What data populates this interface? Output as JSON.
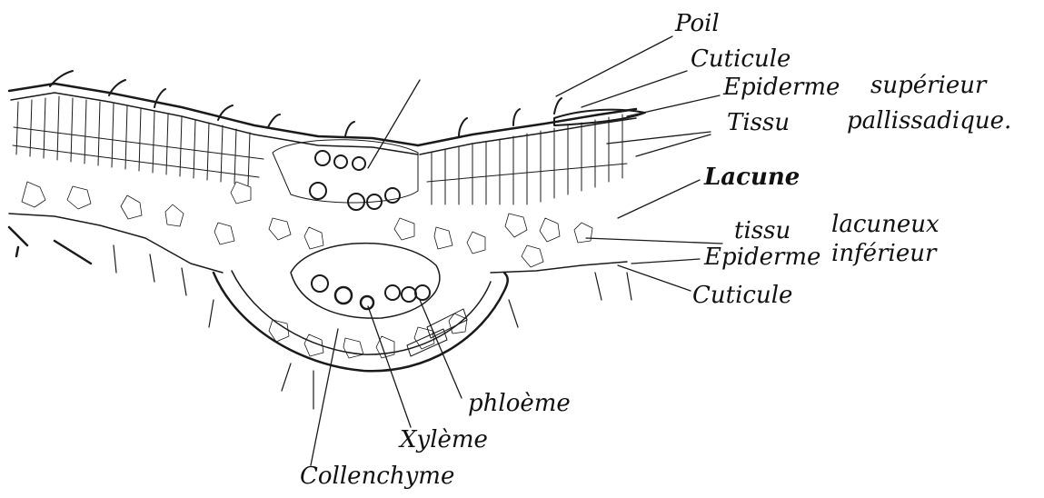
{
  "diagram": {
    "labels": {
      "poil": "Poil",
      "cuticule_top": "Cuticule",
      "epiderme_sup_1": "Epiderme",
      "epiderme_sup_2": "supérieur",
      "tissu_pal_1": "Tissu",
      "tissu_pal_2": "pallissadique.",
      "lacune": "Lacune",
      "tissu_lac_1": "tissu",
      "tissu_lac_2": "lacuneux",
      "epiderme_inf_1": "Epiderme",
      "epiderme_inf_2": "inférieur",
      "cuticule_bottom": "Cuticule",
      "phloeme": "phloème",
      "xyleme": "Xylème",
      "collenchyme": "Collenchyme"
    },
    "colors": {
      "ink": "#1a1a1a",
      "background": "#ffffff"
    }
  }
}
